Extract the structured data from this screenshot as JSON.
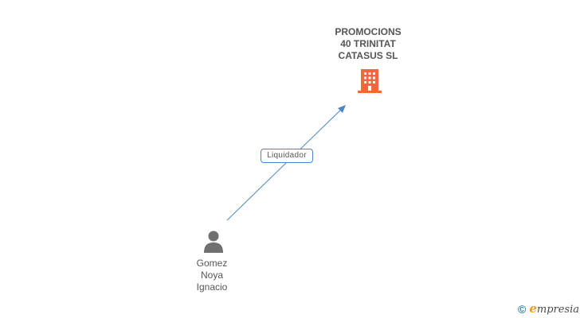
{
  "company": {
    "name_lines": [
      "PROMOCIONS",
      "40 TRINITAT",
      "CATASUS SL"
    ],
    "icon": "building-icon",
    "icon_color": "#f2683c"
  },
  "relation": {
    "label": "Liquidador",
    "line_color": "#4a86c8"
  },
  "person": {
    "name_lines": [
      "Gomez",
      "Noya",
      "Ignacio"
    ],
    "icon": "person-icon",
    "icon_color": "#707070"
  },
  "footer": {
    "copyright_symbol": "©",
    "brand_initial": "e",
    "brand_rest": "mpresia"
  }
}
